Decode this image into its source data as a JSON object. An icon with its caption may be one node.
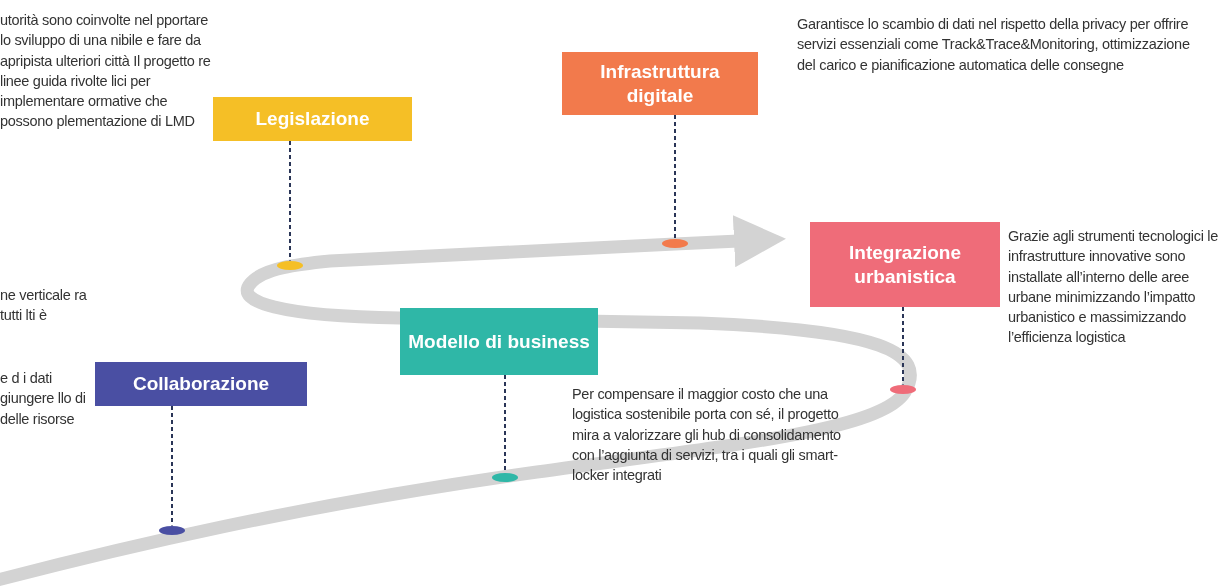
{
  "diagram": {
    "nodes": [
      {
        "text": [
          "Collaborazione"
        ],
        "beside": [
          "ne verticale ra tutti lti è",
          "e d i dati giungere llo di delle risorse"
        ]
      },
      {
        "text": [
          "Legislazione"
        ],
        "beside": [
          "utorità sono coinvolte nel pportare lo sviluppo di una nibile e fare da apripista ulteriori città Il progetto re linee guida rivolte lici per implementare ormative che possono plementazione di LMD"
        ]
      },
      {
        "text": [
          "Modello di business"
        ],
        "beside": [
          "Per compensare il maggior costo che una logistica sostenibile porta con sé, il progetto mira a valorizzare gli hub di consolidamento con l’aggiunta di servizi, tra i quali gli smart-locker integrati"
        ]
      },
      {
        "text": [
          "Infrastruttura digitale"
        ],
        "beside": [
          "Garantisce lo scambio di dati nel rispetto della privacy per offrire servizi essenziali come Track&Trace&Monitoring, ottimizzazione del carico e pianificazione automatica delle consegne"
        ]
      },
      {
        "text": [
          "Integrazione urbanistica"
        ],
        "beside": [
          "Grazie agli strumenti tecnologici le infrastrutture innovative sono installate all’interno delle aree urbane minimizzando l’impatto urbanistico e massimizzando l’efficienza logistica"
        ]
      },
      {
        "text": [],
        "shape": "circle"
      },
      {
        "text": [],
        "shape": "circle"
      },
      {
        "text": [],
        "shape": "circle"
      },
      {
        "text": [],
        "shape": "circle"
      },
      {
        "text": [],
        "shape": "circle"
      }
    ],
    "edges": [
      {
        "from": 0,
        "to": 5,
        "arrow": "none",
        "style": "dashed"
      },
      {
        "from": 1,
        "to": 6,
        "arrow": "none",
        "style": "dashed"
      },
      {
        "from": 2,
        "to": 7,
        "arrow": "none",
        "style": "dashed"
      },
      {
        "from": 3,
        "to": 8,
        "arrow": "none",
        "style": "dashed"
      },
      {
        "from": 4,
        "to": 9,
        "arrow": "none",
        "style": "dashed"
      }
    ]
  }
}
